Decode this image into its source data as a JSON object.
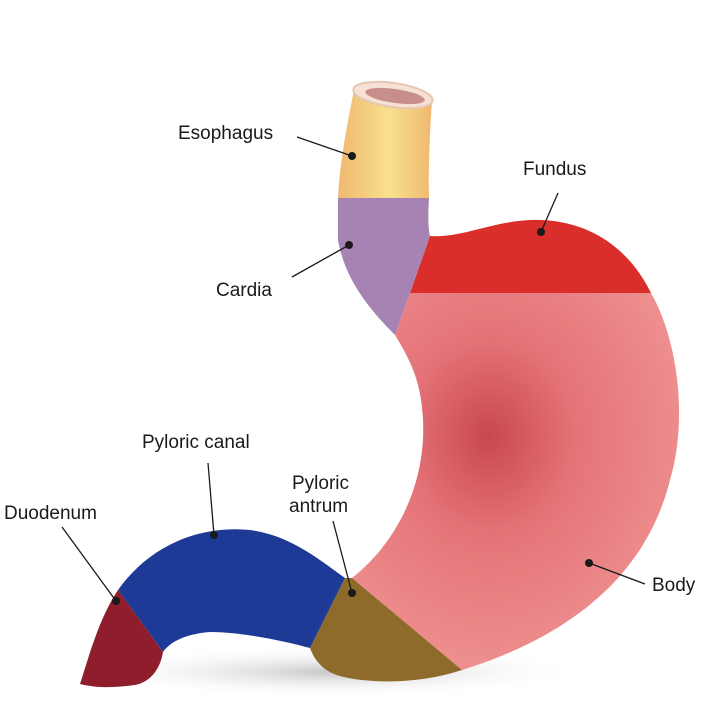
{
  "labels": {
    "esophagus": "Esophagus",
    "fundus": "Fundus",
    "cardia": "Cardia",
    "pyloric_canal": "Pyloric canal",
    "duodenum": "Duodenum",
    "pyloric_antrum_line1": "Pyloric",
    "pyloric_antrum_line2": "antrum",
    "body": "Body"
  },
  "colors": {
    "esophagus": "#f3c97a",
    "esophagus_highlight": "#f8e08e",
    "cardia": "#a683b3",
    "fundus": "#d92e2a",
    "body": "#ef8c8b",
    "body_shadow": "#cf5a5c",
    "pyloric_antrum": "#8e6b2a",
    "pyloric_canal": "#1d3a96",
    "duodenum": "#8f1d2c",
    "leader": "#1a1a1a"
  }
}
